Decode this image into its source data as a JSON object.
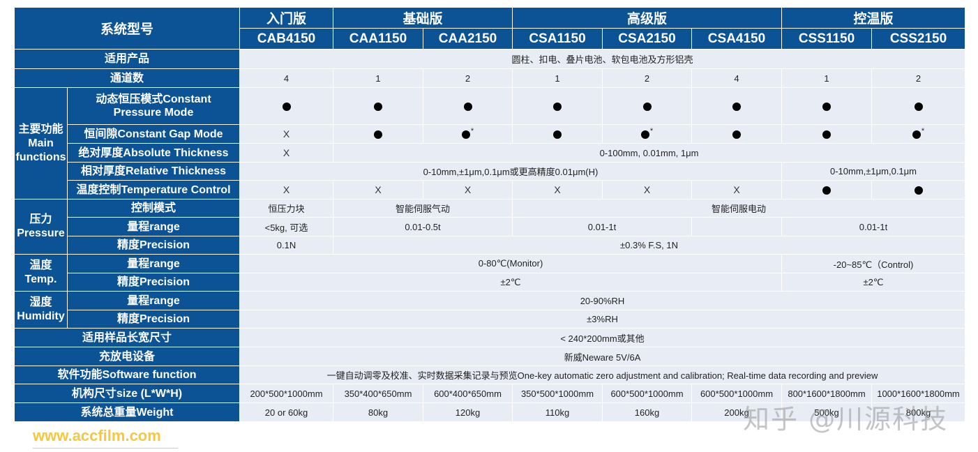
{
  "header": {
    "system_model_label": "系统型号",
    "groups": [
      {
        "label": "入门版",
        "span": 1
      },
      {
        "label": "基础版",
        "span": 2
      },
      {
        "label": "高级版",
        "span": 3
      },
      {
        "label": "控温版",
        "span": 2
      }
    ],
    "models": [
      "CAB4150",
      "CAA1150",
      "CAA2150",
      "CSA1150",
      "CSA2150",
      "CSA4150",
      "CSS1150",
      "CSS2150"
    ]
  },
  "rows": {
    "applicable_products": {
      "label": "适用产品",
      "value": "圆柱、扣电、叠片电池、软包电池及方形铝壳"
    },
    "channels": {
      "label": "通道数",
      "values": [
        "4",
        "1",
        "2",
        "1",
        "2",
        "4",
        "1",
        "2"
      ]
    },
    "main_functions": {
      "category": "主要功能 Main functions",
      "category_cn": "主要功能",
      "category_en1": "Main",
      "category_en2": "functions",
      "constant_pressure": {
        "label": "动态恒压模式Constant Pressure Mode",
        "label_line1": "动态恒压模式Constant",
        "label_line2": "Pressure Mode",
        "values": [
          "●",
          "●",
          "●",
          "●",
          "●",
          "●",
          "●",
          "●"
        ]
      },
      "constant_gap": {
        "label": "恒间隙Constant Gap Mode",
        "values": [
          "X",
          "●",
          "●*",
          "●",
          "●*",
          "●",
          "●",
          "●*"
        ]
      },
      "absolute_thickness": {
        "label": "绝对厚度Absolute Thickness",
        "first": "X",
        "rest": "0-100mm, 0.01mm, 1μm"
      },
      "relative_thickness": {
        "label": "相对厚度Relative Thickness",
        "group1": "0-10mm,±1μm,0.1μm或更高精度0.01μm(H)",
        "group2": "0-10mm,±1μm,0.1μm"
      },
      "temperature_control": {
        "label": "温度控制Temperature Control",
        "values": [
          "X",
          "X",
          "X",
          "X",
          "X",
          "X",
          "●",
          "●"
        ]
      }
    },
    "pressure": {
      "category_cn": "压力",
      "category_en": "Pressure",
      "control_mode": {
        "label": "控制模式",
        "v1": "恒压力块",
        "v2": "智能伺服气动",
        "v3": "智能伺服电动"
      },
      "range": {
        "label": "量程range",
        "v1": "<5kg, 可选",
        "v2": "0.01-0.5t",
        "v3": "0.01-1t",
        "v4": "",
        "v5": "0.01-1t"
      },
      "precision": {
        "label": "精度Precision",
        "v1": "0.1N",
        "v2": "±0.3% F.S, 1N"
      }
    },
    "temperature": {
      "category_cn": "温度",
      "category_en": "Temp.",
      "range": {
        "label": "量程range",
        "v1": "0-80℃(Monitor)",
        "v2": "-20~85℃（Control)"
      },
      "precision": {
        "label": "精度Precision",
        "v1": "±2℃",
        "v2": "±2℃"
      }
    },
    "humidity": {
      "category_cn": "湿度",
      "category_en": "Humidity",
      "range": {
        "label": "量程range",
        "value": "20-90%RH"
      },
      "precision": {
        "label": "精度Precision",
        "value": "±3%RH"
      }
    },
    "sample_size": {
      "label": "适用样品长宽尺寸",
      "value": "< 240*200mm或其他"
    },
    "charger": {
      "label": "充放电设备",
      "value": "新威Neware 5V/6A"
    },
    "software": {
      "label": "软件功能Software function",
      "value": "一键自动调零及校准、实时数据采集记录与预览One-key automatic zero adjustment and calibration; Real-time data recording and preview"
    },
    "size": {
      "label": "机构尺寸size (L*W*H)",
      "values": [
        "200*500*1000mm",
        "350*400*650mm",
        "600*400*650mm",
        "350*500*1000mm",
        "600*500*1000mm",
        "600*500*1000mm",
        "800*1600*1800mm",
        "1000*1600*1800mm"
      ]
    },
    "weight": {
      "label": "系统总重量Weight",
      "values": [
        "20 or 60kg",
        "80kg",
        "120kg",
        "110kg",
        "160kg",
        "200kg",
        "500kg",
        "800kg"
      ]
    }
  },
  "watermark": "知乎 @川源科技",
  "website": "www.accfilm.com",
  "colors": {
    "header_bg": "#0b5394",
    "cell_bg": "#e8edf5",
    "website": "#f5c842"
  }
}
